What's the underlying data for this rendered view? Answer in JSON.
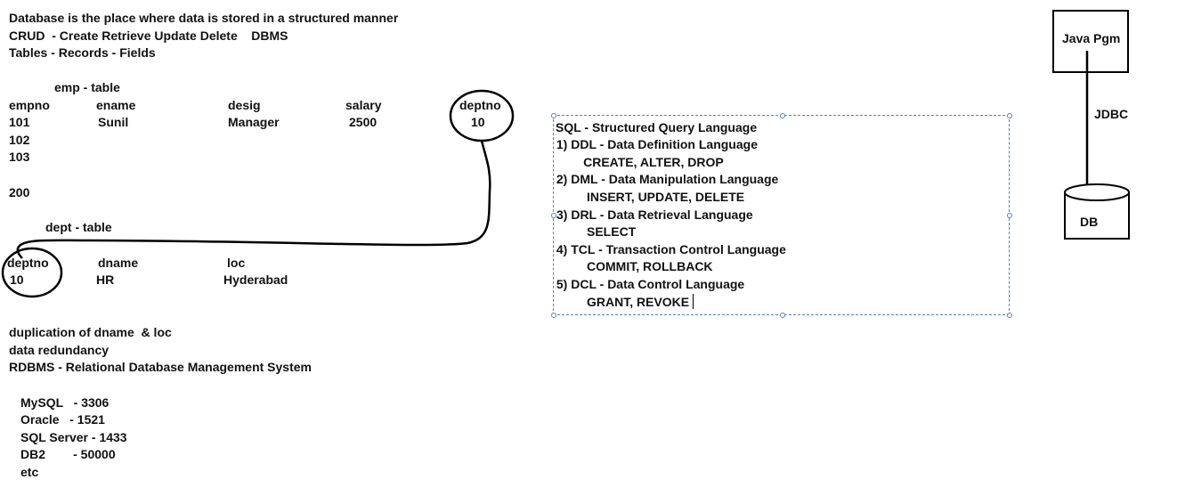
{
  "intro": {
    "line1": "Database is the place where data is stored in a structured manner",
    "line2": "CRUD  - Create Retrieve Update Delete    DBMS",
    "line3": "Tables - Records - Fields"
  },
  "emp_table": {
    "title": "emp - table",
    "headers": [
      "empno",
      "ename",
      "desig",
      "salary",
      "deptno"
    ],
    "rows": [
      [
        "101",
        "Sunil",
        "Manager",
        "2500",
        "10"
      ],
      [
        "102",
        "",
        "",
        "",
        ""
      ],
      [
        "103",
        "",
        "",
        "",
        ""
      ],
      [
        "200",
        "",
        "",
        "",
        ""
      ]
    ]
  },
  "dept_table": {
    "title": "dept - table",
    "headers": [
      "deptno",
      "dname",
      "loc"
    ],
    "rows": [
      [
        "10",
        "HR",
        "Hyderabad"
      ]
    ]
  },
  "notes": {
    "line1": "duplication of dname  & loc",
    "line2": "data redundancy",
    "line3": "RDBMS - Relational Database Management System"
  },
  "ports": [
    "MySQL   - 3306",
    "Oracle   - 1521",
    "SQL Server - 1433",
    "DB2        - 50000",
    "etc"
  ],
  "sql_box": {
    "title": "SQL - Structured Query Language",
    "items": [
      {
        "label": " 1) DDL - Data Definition Language",
        "commands": "        CREATE, ALTER, DROP"
      },
      {
        "label": " 2) DML - Data Manipulation Language",
        "commands": "         INSERT, UPDATE, DELETE"
      },
      {
        "label": "3) DRL - Data Retrieval Language",
        "commands": "         SELECT"
      },
      {
        "label": " 4) TCL - Transaction Control Language",
        "commands": "         COMMIT, ROLLBACK"
      },
      {
        "label": " 5) DCL - Data Control Language",
        "commands": "         GRANT, REVOKE"
      }
    ]
  },
  "java_diagram": {
    "app_label": "Java Pgm",
    "connector_label": "JDBC",
    "db_label": "DB"
  }
}
